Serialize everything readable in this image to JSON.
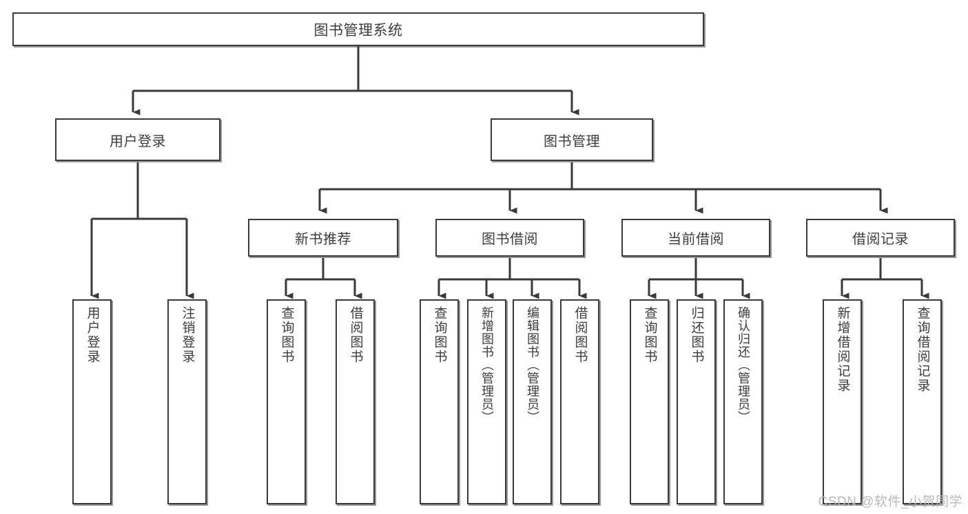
{
  "diagram": {
    "title": "图书管理系统",
    "type": "tree-hierarchy",
    "orientation": "top-down",
    "colors": {
      "box_border": "#3a3a3a",
      "box_fill": "#ffffff",
      "edge": "#3a3a3a",
      "text": "#3c3c3c",
      "watermark": "#b9b9b9"
    },
    "root": {
      "label": "图书管理系统"
    },
    "level2": [
      {
        "id": "user-login",
        "label": "用户登录"
      },
      {
        "id": "book-manage",
        "label": "图书管理"
      }
    ],
    "level3": [
      {
        "id": "new-book-recommend",
        "label": "新书推荐",
        "parent": "book-manage"
      },
      {
        "id": "book-borrow",
        "label": "图书借阅",
        "parent": "book-manage"
      },
      {
        "id": "current-borrow",
        "label": "当前借阅",
        "parent": "book-manage"
      },
      {
        "id": "borrow-record",
        "label": "借阅记录",
        "parent": "book-manage"
      }
    ],
    "leaves": [
      {
        "id": "leaf-user-login",
        "label": "用户登录",
        "parent": "user-login"
      },
      {
        "id": "leaf-user-logout",
        "label": "注销登录",
        "parent": "user-login"
      },
      {
        "id": "leaf-query-book-1",
        "label": "查询图书",
        "parent": "new-book-recommend"
      },
      {
        "id": "leaf-borrow-book-1",
        "label": "借阅图书",
        "parent": "new-book-recommend"
      },
      {
        "id": "leaf-query-book-2",
        "label": "查询图书",
        "parent": "book-borrow"
      },
      {
        "id": "leaf-add-book",
        "label": "新增图书（管理员）",
        "parent": "book-borrow"
      },
      {
        "id": "leaf-edit-book",
        "label": "编辑图书（管理员）",
        "parent": "book-borrow"
      },
      {
        "id": "leaf-borrow-book-2",
        "label": "借阅图书",
        "parent": "book-borrow"
      },
      {
        "id": "leaf-query-book-3",
        "label": "查询图书",
        "parent": "current-borrow"
      },
      {
        "id": "leaf-return-book",
        "label": "归还图书",
        "parent": "current-borrow"
      },
      {
        "id": "leaf-confirm-return",
        "label": "确认归还（管理员）",
        "parent": "current-borrow"
      },
      {
        "id": "leaf-add-record",
        "label": "新增借阅记录",
        "parent": "borrow-record"
      },
      {
        "id": "leaf-query-record",
        "label": "查询借阅记录",
        "parent": "borrow-record"
      }
    ],
    "watermark": "CSDN @软件_小贺同学"
  }
}
